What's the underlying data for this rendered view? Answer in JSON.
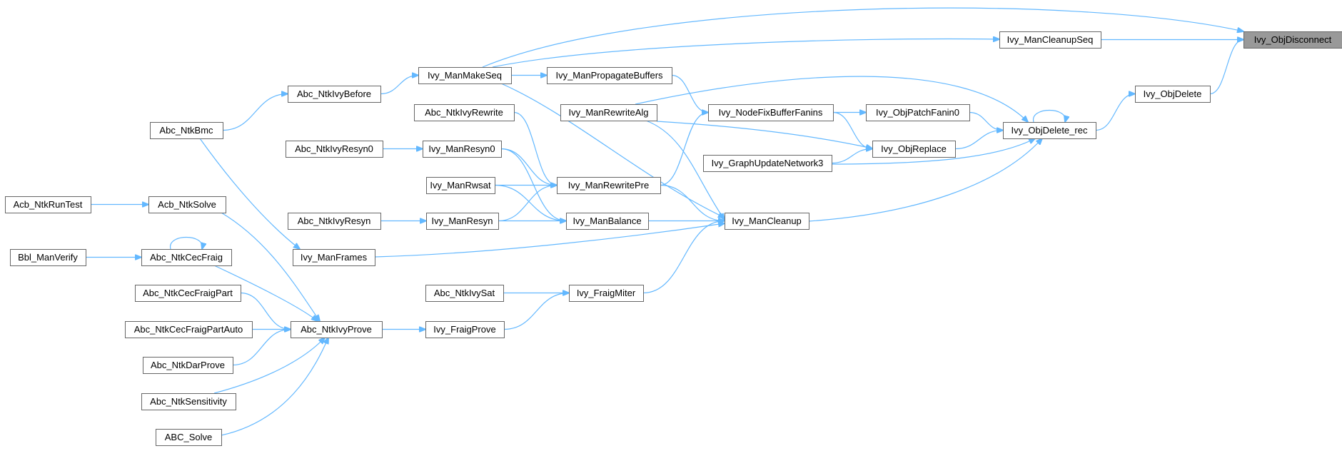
{
  "diagram": {
    "title": "Ivy_ObjDisconnect caller graph",
    "colors": {
      "edge": "#63b8ff",
      "node_border": "#666666",
      "highlight": "#999999"
    },
    "nodes": [
      {
        "id": "Ivy_ObjDisconnect",
        "label": "Ivy_ObjDisconnect",
        "highlight": true
      },
      {
        "id": "Ivy_ManCleanupSeq",
        "label": "Ivy_ManCleanupSeq"
      },
      {
        "id": "Ivy_ObjDelete",
        "label": "Ivy_ObjDelete"
      },
      {
        "id": "Ivy_ObjDelete_rec",
        "label": "Ivy_ObjDelete_rec"
      },
      {
        "id": "Ivy_ManMakeSeq",
        "label": "Ivy_ManMakeSeq"
      },
      {
        "id": "Ivy_ManPropagateBuffers",
        "label": "Ivy_ManPropagateBuffers"
      },
      {
        "id": "Abc_NtkIvyBefore",
        "label": "Abc_NtkIvyBefore"
      },
      {
        "id": "Abc_NtkBmc",
        "label": "Abc_NtkBmc"
      },
      {
        "id": "Abc_NtkIvyRewrite",
        "label": "Abc_NtkIvyRewrite"
      },
      {
        "id": "Ivy_ManRewriteAlg",
        "label": "Ivy_ManRewriteAlg"
      },
      {
        "id": "Ivy_NodeFixBufferFanins",
        "label": "Ivy_NodeFixBufferFanins"
      },
      {
        "id": "Ivy_ObjPatchFanin0",
        "label": "Ivy_ObjPatchFanin0"
      },
      {
        "id": "Abc_NtkIvyResyn0",
        "label": "Abc_NtkIvyResyn0"
      },
      {
        "id": "Ivy_ManResyn0",
        "label": "Ivy_ManResyn0"
      },
      {
        "id": "Ivy_ObjReplace",
        "label": "Ivy_ObjReplace"
      },
      {
        "id": "Ivy_ManRwsat",
        "label": "Ivy_ManRwsat"
      },
      {
        "id": "Ivy_ManRewritePre",
        "label": "Ivy_ManRewritePre"
      },
      {
        "id": "Ivy_GraphUpdateNetwork3",
        "label": "Ivy_GraphUpdateNetwork3"
      },
      {
        "id": "Acb_NtkRunTest",
        "label": "Acb_NtkRunTest"
      },
      {
        "id": "Acb_NtkSolve",
        "label": "Acb_NtkSolve"
      },
      {
        "id": "Abc_NtkIvyResyn",
        "label": "Abc_NtkIvyResyn"
      },
      {
        "id": "Ivy_ManResyn",
        "label": "Ivy_ManResyn"
      },
      {
        "id": "Ivy_ManBalance",
        "label": "Ivy_ManBalance"
      },
      {
        "id": "Ivy_ManCleanup",
        "label": "Ivy_ManCleanup"
      },
      {
        "id": "Bbl_ManVerify",
        "label": "Bbl_ManVerify"
      },
      {
        "id": "Abc_NtkCecFraig",
        "label": "Abc_NtkCecFraig"
      },
      {
        "id": "Ivy_ManFrames",
        "label": "Ivy_ManFrames"
      },
      {
        "id": "Abc_NtkCecFraigPart",
        "label": "Abc_NtkCecFraigPart"
      },
      {
        "id": "Abc_NtkIvySat",
        "label": "Abc_NtkIvySat"
      },
      {
        "id": "Ivy_FraigMiter",
        "label": "Ivy_FraigMiter"
      },
      {
        "id": "Abc_NtkCecFraigPartAuto",
        "label": "Abc_NtkCecFraigPartAuto"
      },
      {
        "id": "Abc_NtkIvyProve",
        "label": "Abc_NtkIvyProve"
      },
      {
        "id": "Ivy_FraigProve",
        "label": "Ivy_FraigProve"
      },
      {
        "id": "Abc_NtkDarProve",
        "label": "Abc_NtkDarProve"
      },
      {
        "id": "Abc_NtkSensitivity",
        "label": "Abc_NtkSensitivity"
      },
      {
        "id": "ABC_Solve",
        "label": "ABC_Solve"
      }
    ],
    "edges": [
      {
        "from": "Ivy_ManMakeSeq",
        "to": "Ivy_ObjDisconnect"
      },
      {
        "from": "Ivy_ManCleanupSeq",
        "to": "Ivy_ObjDisconnect"
      },
      {
        "from": "Ivy_ObjDelete",
        "to": "Ivy_ObjDisconnect"
      },
      {
        "from": "Ivy_ManMakeSeq",
        "to": "Ivy_ManCleanupSeq"
      },
      {
        "from": "Ivy_ObjDelete_rec",
        "to": "Ivy_ObjDelete"
      },
      {
        "from": "Ivy_ObjDelete_rec",
        "to": "Ivy_ObjDelete_rec"
      },
      {
        "from": "Ivy_ManRewriteAlg",
        "to": "Ivy_ObjDelete_rec"
      },
      {
        "from": "Ivy_ObjPatchFanin0",
        "to": "Ivy_ObjDelete_rec"
      },
      {
        "from": "Ivy_ObjReplace",
        "to": "Ivy_ObjDelete_rec"
      },
      {
        "from": "Ivy_GraphUpdateNetwork3",
        "to": "Ivy_ObjDelete_rec"
      },
      {
        "from": "Ivy_ManCleanup",
        "to": "Ivy_ObjDelete_rec"
      },
      {
        "from": "Abc_NtkIvyBefore",
        "to": "Ivy_ManMakeSeq"
      },
      {
        "from": "Ivy_ManMakeSeq",
        "to": "Ivy_ManPropagateBuffers"
      },
      {
        "from": "Ivy_ManPropagateBuffers",
        "to": "Ivy_NodeFixBufferFanins"
      },
      {
        "from": "Abc_NtkBmc",
        "to": "Abc_NtkIvyBefore"
      },
      {
        "from": "Ivy_NodeFixBufferFanins",
        "to": "Ivy_ObjPatchFanin0"
      },
      {
        "from": "Ivy_NodeFixBufferFanins",
        "to": "Ivy_ObjReplace"
      },
      {
        "from": "Ivy_ManRewriteAlg",
        "to": "Ivy_ObjReplace"
      },
      {
        "from": "Ivy_GraphUpdateNetwork3",
        "to": "Ivy_ObjReplace"
      },
      {
        "from": "Ivy_ManRewritePre",
        "to": "Ivy_NodeFixBufferFanins"
      },
      {
        "from": "Abc_NtkIvyRewrite",
        "to": "Ivy_ManRewritePre"
      },
      {
        "from": "Abc_NtkIvyResyn0",
        "to": "Ivy_ManResyn0"
      },
      {
        "from": "Ivy_ManResyn0",
        "to": "Ivy_ManRewritePre"
      },
      {
        "from": "Ivy_ManResyn0",
        "to": "Ivy_ManBalance"
      },
      {
        "from": "Ivy_ManRwsat",
        "to": "Ivy_ManRewritePre"
      },
      {
        "from": "Ivy_ManRwsat",
        "to": "Ivy_ManBalance"
      },
      {
        "from": "Ivy_ManResyn",
        "to": "Ivy_ManRewritePre"
      },
      {
        "from": "Abc_NtkIvyResyn",
        "to": "Ivy_ManResyn"
      },
      {
        "from": "Ivy_ManResyn",
        "to": "Ivy_ManBalance"
      },
      {
        "from": "Ivy_ManRewritePre",
        "to": "Ivy_ManCleanup"
      },
      {
        "from": "Ivy_ManBalance",
        "to": "Ivy_ManCleanup"
      },
      {
        "from": "Ivy_ManMakeSeq",
        "to": "Ivy_ManCleanup"
      },
      {
        "from": "Ivy_ManRewriteAlg",
        "to": "Ivy_ManCleanup"
      },
      {
        "from": "Ivy_ManFrames",
        "to": "Ivy_ManCleanup"
      },
      {
        "from": "Ivy_FraigMiter",
        "to": "Ivy_ManCleanup"
      },
      {
        "from": "Abc_NtkBmc",
        "to": "Ivy_ManFrames"
      },
      {
        "from": "Acb_NtkRunTest",
        "to": "Acb_NtkSolve"
      },
      {
        "from": "Bbl_ManVerify",
        "to": "Abc_NtkCecFraig"
      },
      {
        "from": "Abc_NtkCecFraig",
        "to": "Abc_NtkCecFraig"
      },
      {
        "from": "Abc_NtkIvySat",
        "to": "Ivy_FraigMiter"
      },
      {
        "from": "Ivy_FraigProve",
        "to": "Ivy_FraigMiter"
      },
      {
        "from": "Abc_NtkIvyProve",
        "to": "Ivy_FraigProve"
      },
      {
        "from": "Acb_NtkSolve",
        "to": "Abc_NtkIvyProve"
      },
      {
        "from": "Abc_NtkCecFraig",
        "to": "Abc_NtkIvyProve"
      },
      {
        "from": "Abc_NtkCecFraigPart",
        "to": "Abc_NtkIvyProve"
      },
      {
        "from": "Abc_NtkCecFraigPartAuto",
        "to": "Abc_NtkIvyProve"
      },
      {
        "from": "Abc_NtkDarProve",
        "to": "Abc_NtkIvyProve"
      },
      {
        "from": "Abc_NtkSensitivity",
        "to": "Abc_NtkIvyProve"
      },
      {
        "from": "ABC_Solve",
        "to": "Abc_NtkIvyProve"
      }
    ]
  }
}
